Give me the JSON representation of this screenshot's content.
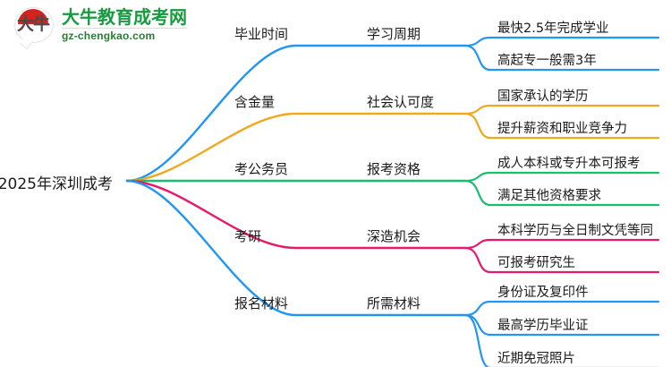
{
  "logo": {
    "mark_text": "大牛",
    "brand_cn": "大牛教育成考网",
    "brand_url": "gz-chengkao.com",
    "brand_color": "#169b3f",
    "mark_color": "#d4221f"
  },
  "mindmap": {
    "root": "2025年深圳成考",
    "branches": [
      {
        "color": "#2196f3",
        "level1": "毕业时间",
        "level2": "学习周期",
        "leaves": [
          "最快2.5年完成学业",
          "高起专一般需3年"
        ]
      },
      {
        "color": "#f0a81e",
        "level1": "含金量",
        "level2": "社会认可度",
        "leaves": [
          "国家承认的学历",
          "提升薪资和职业竞争力"
        ]
      },
      {
        "color": "#15bf70",
        "level1": "考公务员",
        "level2": "报考资格",
        "leaves": [
          "成人本科或专升本可报考",
          "满足其他资格要求"
        ]
      },
      {
        "color": "#e8196b",
        "level1": "考研",
        "level2": "深造机会",
        "leaves": [
          "本科学历与全日制文凭等同",
          "可报考研究生"
        ]
      },
      {
        "color": "#2196f3",
        "level1": "报名材料",
        "level2": "所需材料",
        "leaves": [
          "身份证及复印件",
          "最高学历毕业证",
          "近期免冠照片"
        ]
      }
    ]
  }
}
